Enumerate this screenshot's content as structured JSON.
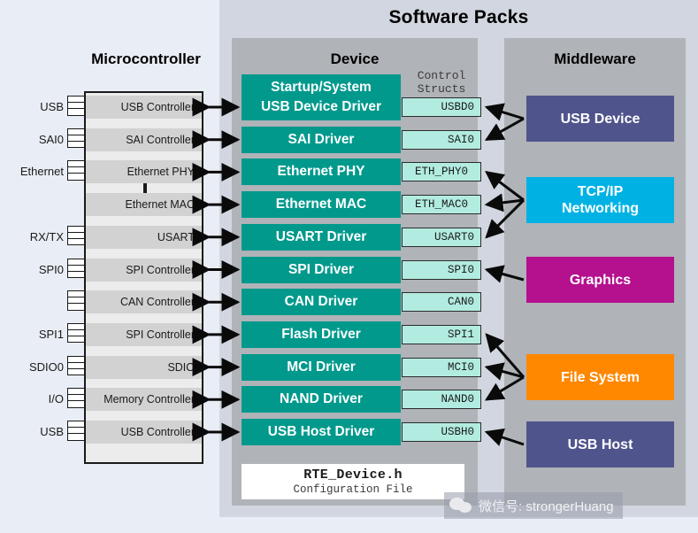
{
  "title": "Software Packs",
  "columns": {
    "microcontroller": "Microcontroller",
    "device": "Device",
    "middleware": "Middleware"
  },
  "control_structs_header": "Control\nStructs",
  "control_structs_header_line1": "Control",
  "control_structs_header_line2": "Structs",
  "mcu": {
    "peripherals": [
      {
        "pin": "USB",
        "label": "USB  Controller",
        "pins": true
      },
      {
        "pin": "SAI0",
        "label": "SAI Controller",
        "pins": true
      },
      {
        "pin": "Ethernet",
        "label": "Ethernet  PHY",
        "pins": true
      },
      {
        "pin": "",
        "label": "Ethernet  MAC",
        "pins": false
      },
      {
        "pin": "RX/TX",
        "label": "USART",
        "pins": true
      },
      {
        "pin": "SPI0",
        "label": "SPI Controller",
        "pins": true
      },
      {
        "pin": "",
        "label": "CAN Controller",
        "pins": true
      },
      {
        "pin": "SPI1",
        "label": "SPI Controller",
        "pins": true
      },
      {
        "pin": "SDIO0",
        "label": "SDIO",
        "pins": true
      },
      {
        "pin": "I/O",
        "label": "Memory Controller",
        "pins": true
      },
      {
        "pin": "USB",
        "label": "USB  Controller",
        "pins": true
      }
    ]
  },
  "device": {
    "startup": "Startup/System",
    "drivers": [
      {
        "name": "USB Device Driver",
        "struct": "USBD0"
      },
      {
        "name": "SAI Driver",
        "struct": "SAI0"
      },
      {
        "name": "Ethernet PHY",
        "struct": "ETH_PHY0"
      },
      {
        "name": "Ethernet MAC",
        "struct": "ETH_MAC0"
      },
      {
        "name": "USART Driver",
        "struct": "USART0"
      },
      {
        "name": "SPI Driver",
        "struct": "SPI0"
      },
      {
        "name": "CAN Driver",
        "struct": "CAN0"
      },
      {
        "name": "Flash Driver",
        "struct": "SPI1"
      },
      {
        "name": "MCI Driver",
        "struct": "MCI0"
      },
      {
        "name": "NAND Driver",
        "struct": "NAND0"
      },
      {
        "name": "USB Host Driver",
        "struct": "USBH0"
      }
    ],
    "config_file": {
      "name": "RTE_Device.h",
      "subtitle": "Configuration File"
    }
  },
  "middleware": {
    "items": [
      {
        "label": "USB Device",
        "color": "#50548c"
      },
      {
        "label": "TCP/IP\nNetworking",
        "color": "#00b2e3",
        "line1": "TCP/IP",
        "line2": "Networking"
      },
      {
        "label": "Graphics",
        "color": "#b5108e"
      },
      {
        "label": "File System",
        "color": "#ff8800"
      },
      {
        "label": "USB Host",
        "color": "#50548c"
      }
    ]
  },
  "colors": {
    "background": "#e9edf5",
    "packs_panel": "#d2d6e0",
    "column_panel": "#b0b3b8",
    "driver": "#00998c",
    "control_struct": "#b2ece1",
    "mcu_block": "#ececec",
    "mcu_row": "#d2d2d2"
  },
  "watermark": {
    "icon": "wechat-icon",
    "text": "微信号: strongerHuang"
  }
}
